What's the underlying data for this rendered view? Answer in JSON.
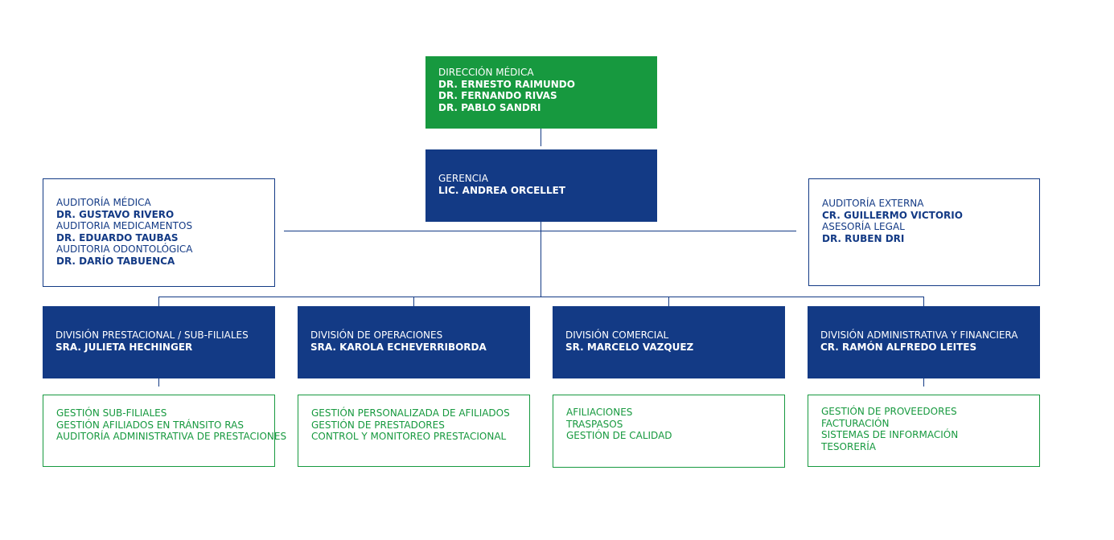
{
  "colors": {
    "green": "#17993f",
    "blue": "#133a85",
    "background": "#ffffff"
  },
  "direccion": {
    "title": "DIRECCIÓN MÉDICA",
    "people": [
      "DR. ERNESTO RAIMUNDO",
      "DR. FERNANDO RIVAS",
      "DR. PABLO SANDRI"
    ]
  },
  "gerencia": {
    "title": "GERENCIA",
    "person": "LIC. ANDREA ORCELLET"
  },
  "auditoria_left": {
    "lines": [
      {
        "text": "AUDITORÍA MÉDICA",
        "bold": false
      },
      {
        "text": "DR. GUSTAVO RIVERO",
        "bold": true
      },
      {
        "text": "AUDITORIA MEDICAMENTOS",
        "bold": false
      },
      {
        "text": "DR. EDUARDO TAUBAS",
        "bold": true
      },
      {
        "text": "AUDITORIA ODONTOLÓGICA",
        "bold": false
      },
      {
        "text": "DR. DARÍO TABUENCA",
        "bold": true
      }
    ]
  },
  "auditoria_right": {
    "lines": [
      {
        "text": "AUDITORÍA EXTERNA",
        "bold": false
      },
      {
        "text": "CR. GUILLERMO VICTORIO",
        "bold": true
      },
      {
        "text": "ASESORÍA LEGAL",
        "bold": false
      },
      {
        "text": "DR. RUBEN DRI",
        "bold": true
      }
    ]
  },
  "divisions": [
    {
      "title": "DIVISIÓN PRESTACIONAL / SUB-FILIALES",
      "person": "SRA. JULIETA HECHINGER",
      "tasks": [
        "GESTIÓN SUB-FILIALES",
        "GESTIÓN AFILIADOS EN TRÁNSITO RAS",
        "AUDITORÍA ADMINISTRATIVA DE PRESTACIONES"
      ]
    },
    {
      "title": "DIVISIÓN DE OPERACIONES",
      "person": "SRA. KAROLA ECHEVERRIBORDA",
      "tasks": [
        "GESTIÓN PERSONALIZADA DE AFILIADOS",
        "GESTIÓN DE PRESTADORES",
        "CONTROL Y MONITOREO PRESTACIONAL"
      ]
    },
    {
      "title": "DIVISIÓN COMERCIAL",
      "person": "SR. MARCELO VAZQUEZ",
      "tasks": [
        "AFILIACIONES",
        "TRASPASOS",
        "GESTIÓN DE CALIDAD"
      ]
    },
    {
      "title": "DIVISIÓN ADMINISTRATIVA Y FINANCIERA",
      "person": "CR. RAMÓN ALFREDO LEITES",
      "tasks": [
        "GESTIÓN DE PROVEEDORES",
        "FACTURACIÓN",
        "SISTEMAS DE INFORMACIÓN",
        "TESORERÍA"
      ]
    }
  ]
}
